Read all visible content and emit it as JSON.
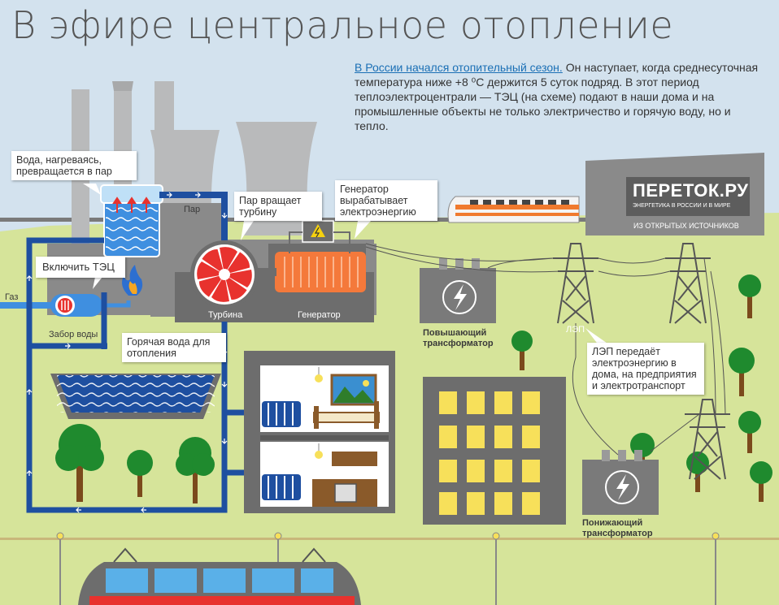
{
  "title": "В эфире центральное отопление",
  "intro": {
    "link": "В России начался отопительный сезон.",
    "text": " Он наступает, когда среднесуточная температура ниже +8 ⁰С держится 5 суток подряд. В этот период теплоэлектроцентрали — ТЭЦ (на схеме) подают в наши дома и на промышленные объекты не только электричество и горячую воду, но и тепло."
  },
  "callouts": {
    "water": "Вода, нагреваясь, превращается в пар",
    "steam": "Пар вращает турбину",
    "generator": "Генератор вырабатывает электроэнергию",
    "start": "Включить ТЭЦ",
    "hot_water": "Горячая вода для отопления",
    "power_line": "ЛЭП передаёт электроэнергию в дома, на предприятия и электротранспорт"
  },
  "labels": {
    "steam": "Пар",
    "gas": "Газ",
    "water_intake": "Забор воды",
    "turbine": "Турбина",
    "generator": "Генератор",
    "step_up": "Повышающий трансформатор",
    "step_down": "Понижающий трансформатор",
    "lep": "ЛЭП"
  },
  "logo": {
    "name": "ПЕРЕТОК.РУ",
    "tagline": "ЭНЕРГЕТИКА В РОССИИ И В МИРЕ",
    "source": "ИЗ ОТКРЫТЫХ ИСТОЧНИКОВ"
  },
  "colors": {
    "sky": "#d3e2ee",
    "ground": "#d6e49a",
    "building": "#8a8a8a",
    "pipe": "#1e4fa0",
    "turbine": "#e8322e",
    "generator": "#f4793b",
    "window": "#f7e05a",
    "tree": "#1f8a2e"
  }
}
